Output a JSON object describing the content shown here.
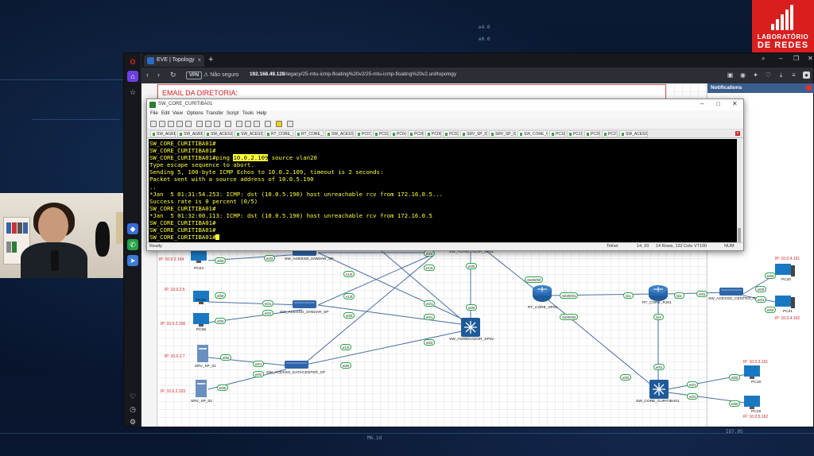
{
  "logo": {
    "line1": "LABORATÓRIO",
    "line2": "DE REDES"
  },
  "background": {
    "tags": [
      "e4.0",
      "e0.0",
      "M6.1d",
      "IO7.0S"
    ]
  },
  "browser": {
    "tab_title": "EVE | Topology",
    "tab_close": "×",
    "new_tab": "+",
    "win_min": "–",
    "win_max": "❐",
    "win_close": "✕",
    "vpn_label": "VPN",
    "secure_label": "Não seguro",
    "url_host": "192.168.49.128",
    "url_path": "/legacy/25-mtu-icmp-floating%20v2/25-mtu-icmp-floating%20v2.unl/topology"
  },
  "eve": {
    "email_text": "EMAIL DA DIRETORIA:",
    "notifications_title": "Notifications"
  },
  "terminal": {
    "title": "SW_CORE_CURITIBA01",
    "menu": [
      "File",
      "Edit",
      "View",
      "Options",
      "Transfer",
      "Script",
      "Tools",
      "Help"
    ],
    "tabs": [
      "SW_AGREG",
      "SW_AGREG",
      "SW_ACESSO",
      "SW_ACESSO",
      "RT_CORE_R",
      "RT_CORE_S",
      "SW_ACESSO",
      "PC01",
      "PC03",
      "PC04",
      "PC05",
      "PC06",
      "PC02",
      "SRV_SP_01",
      "SRV_SP_02",
      "SW_CORE_C",
      "PC18",
      "PC19",
      "PC20",
      "PC21",
      "SW_ACESSO"
    ],
    "lines": [
      "SW_CORE_CURITIBA01#",
      "SW_CORE_CURITIBA01#",
      "SW_CORE_CURITIBA01#ping 10.0.2.109 source vlan20",
      "Type escape sequence to abort.",
      "Sending 5, 100-byte ICMP Echos to 10.0.2.109, timeout is 2 seconds:",
      "Packet sent with a source address of 10.0.5.190",
      "..",
      "*Jan  5 01:31:54.253: ICMP: dst (10.0.5.190) host unreachable rcv from 172.16.0.5...",
      "Success rate is 0 percent (0/5)",
      "SW_CORE_CURITIBA01#",
      "*Jan  5 01:32:00.113: ICMP: dst (10.0.5.190) host unreachable rcv from 172.16.0.5",
      "SW_CORE_CURITIBA01#",
      "SW_CORE_CURITIBA01#",
      "SW_CORE_CURITIBA01#"
    ],
    "ping_prefix": "SW_CORE_CURITIBA01#ping ",
    "ping_target": "10.0.2.109",
    "ping_suffix": " source vlan20",
    "status_ready": "Ready",
    "status_telnet": "Telnet",
    "status_pos": "14,  20",
    "status_size": "14 Rows, 132 Cols",
    "status_vt": "VT100",
    "status_num": "NUM"
  },
  "topology": {
    "nodes": {
      "pc04": "PC04",
      "pc05": "PC05",
      "pc06": "PC06",
      "srv01": "SRV_SP_01",
      "srv02": "SRV_SP_02",
      "sw2andar": "SW_ACESSO_2ANDAR_SP",
      "sw3andar": "SW_ACESSO_3ANDAR_SP",
      "swdc": "SW_ACESSO_DATACENTER_SP",
      "agr01": "SW_AGREGADOR_SP01",
      "agr02": "SW_AGREGADOR_SP02",
      "rtcore_sp": "RT_CORE_SP01",
      "rtcore_rj": "RT_CORE_RJ01",
      "swcentro": "SW_ACESSO_CENTRO_R",
      "swcuritiba": "SW_CORE_CURITIBA01",
      "pc18": "PC18",
      "pc19": "PC19",
      "pc20": "PC20",
      "pc21": "PC21"
    },
    "ips": {
      "pc04": "IP: 10.0.2.104",
      "pc05": "IP: 10.0.2.5",
      "pc06": "IP: 10.0.2.106",
      "srv01": "IP: 10.0.2.7",
      "srv02": "IP: 10.0.2.103",
      "pc18": "IP: 10.0.3.161",
      "pc19": "IP: 10.0.5.162",
      "pc20": "IP: 10.0.4.161",
      "pc21": "IP: 10.0.4.162"
    },
    "ports": {
      "pc04": "eth0",
      "sw2a": "e0/2",
      "pc05": "eth0",
      "sw3a_a": "e0/1",
      "sw3a_b": "e0/2",
      "pc06": "eth0",
      "srv01": "eth0",
      "srv02": "eth0",
      "swdc_a": "e0/1",
      "swdc_b": "e0/2",
      "swdc_up": "e0/0",
      "agr02_a": "e0/2",
      "agr02_b": "e0/1",
      "agr02_c": "e1/0",
      "agr02_d": "e0/0",
      "agr01_a": "e0/1",
      "agr01_b": "e1/0",
      "agr01_c": "e0/2",
      "mid_a": "e1/0",
      "mid_b": "e1/0",
      "agr01_d": "e0/0",
      "sw3a_c": "e0/0",
      "sw2a_c": "e1/0",
      "rt_sp_a": "Gi0/0/0/0",
      "rt_sp_b": "Gi0/0/0/1",
      "rt_sp_c": "Gi0/0/0/2",
      "rt_rj_a": "Gi1",
      "rt_rj_b": "Gi2",
      "rt_rj_c": "Gi3",
      "swc_a": "e0/0",
      "swc_b": "e0/1",
      "swc_up": "e0/2",
      "curi_a": "e0/0",
      "curi_b": "e0/1",
      "curi_c": "e0/2",
      "pc18": "eth0",
      "pc19": "eth0",
      "pc20": "eth0",
      "pc21": "eth0"
    }
  }
}
